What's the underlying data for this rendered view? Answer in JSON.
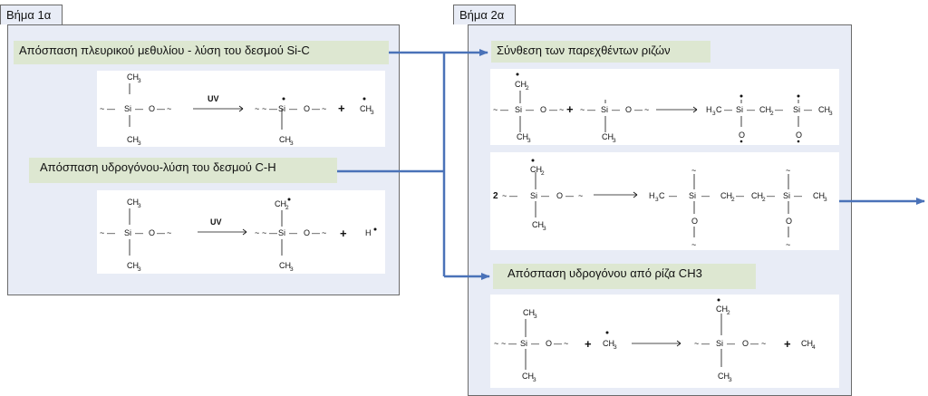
{
  "step1": {
    "title": "Βήμα 1α"
  },
  "step2": {
    "title": "Βήμα 2α"
  },
  "labels": {
    "l1": "Απόσπαση πλευρικού μεθυλίου - λύση του δεσμού Si-C",
    "l2": "Απόσπαση υδρογόνου-λύση του δεσμού C-H",
    "l3": "Σύνθεση των παρεχθέντων ριζών",
    "l4": "Απόσπαση υδρογόνου από ρίζα CH3"
  },
  "chem": {
    "ch": "CH",
    "h3c": "H",
    "h3c_c": "C",
    "si": "Si",
    "o": "O",
    "h": "H",
    "n3": "3",
    "n2": "2",
    "n4": "4",
    "uv": "UV",
    "plus": "+",
    "two": "2",
    "tilde": "~",
    "dash": "—",
    "bar": "|"
  },
  "colors": {
    "connector": "#4a72b8",
    "panel": "#e8ecf6",
    "label": "#dde7d1"
  }
}
